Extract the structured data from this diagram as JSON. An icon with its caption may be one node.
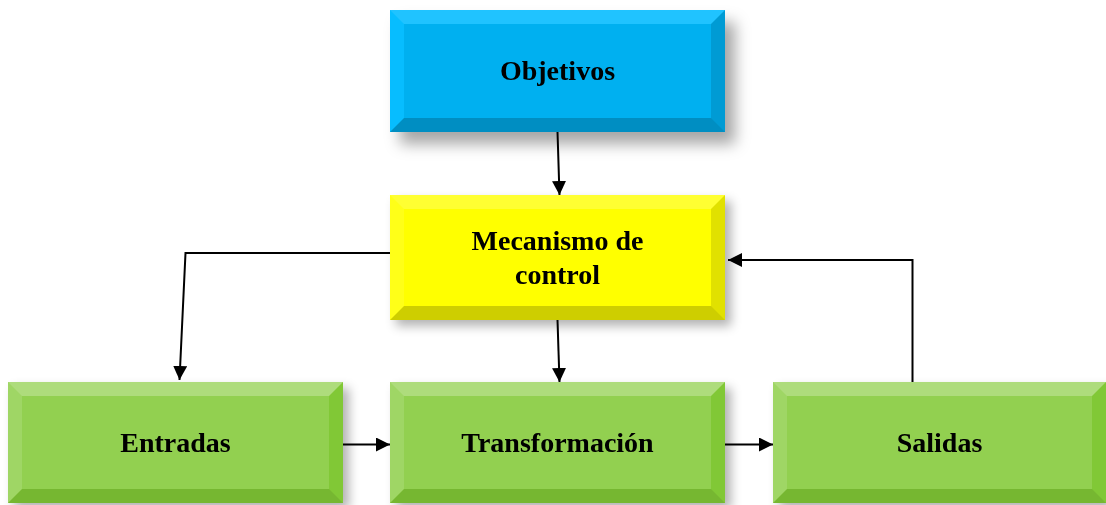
{
  "diagram": {
    "nodes": [
      {
        "text": [
          "Objetivos"
        ]
      },
      {
        "text": [
          "Mecanismo de control"
        ]
      },
      {
        "text": [
          "Entradas"
        ]
      },
      {
        "text": [
          "Transformación"
        ]
      },
      {
        "text": [
          "Salidas"
        ]
      }
    ],
    "edges": [
      {
        "from": 0,
        "to": 1,
        "arrow": "to"
      },
      {
        "from": 1,
        "to": 2,
        "arrow": "to"
      },
      {
        "from": 1,
        "to": 3,
        "arrow": "to"
      },
      {
        "from": 2,
        "to": 3,
        "arrow": "to"
      },
      {
        "from": 3,
        "to": 4,
        "arrow": "to"
      },
      {
        "from": 4,
        "to": 1,
        "arrow": "to"
      }
    ]
  }
}
